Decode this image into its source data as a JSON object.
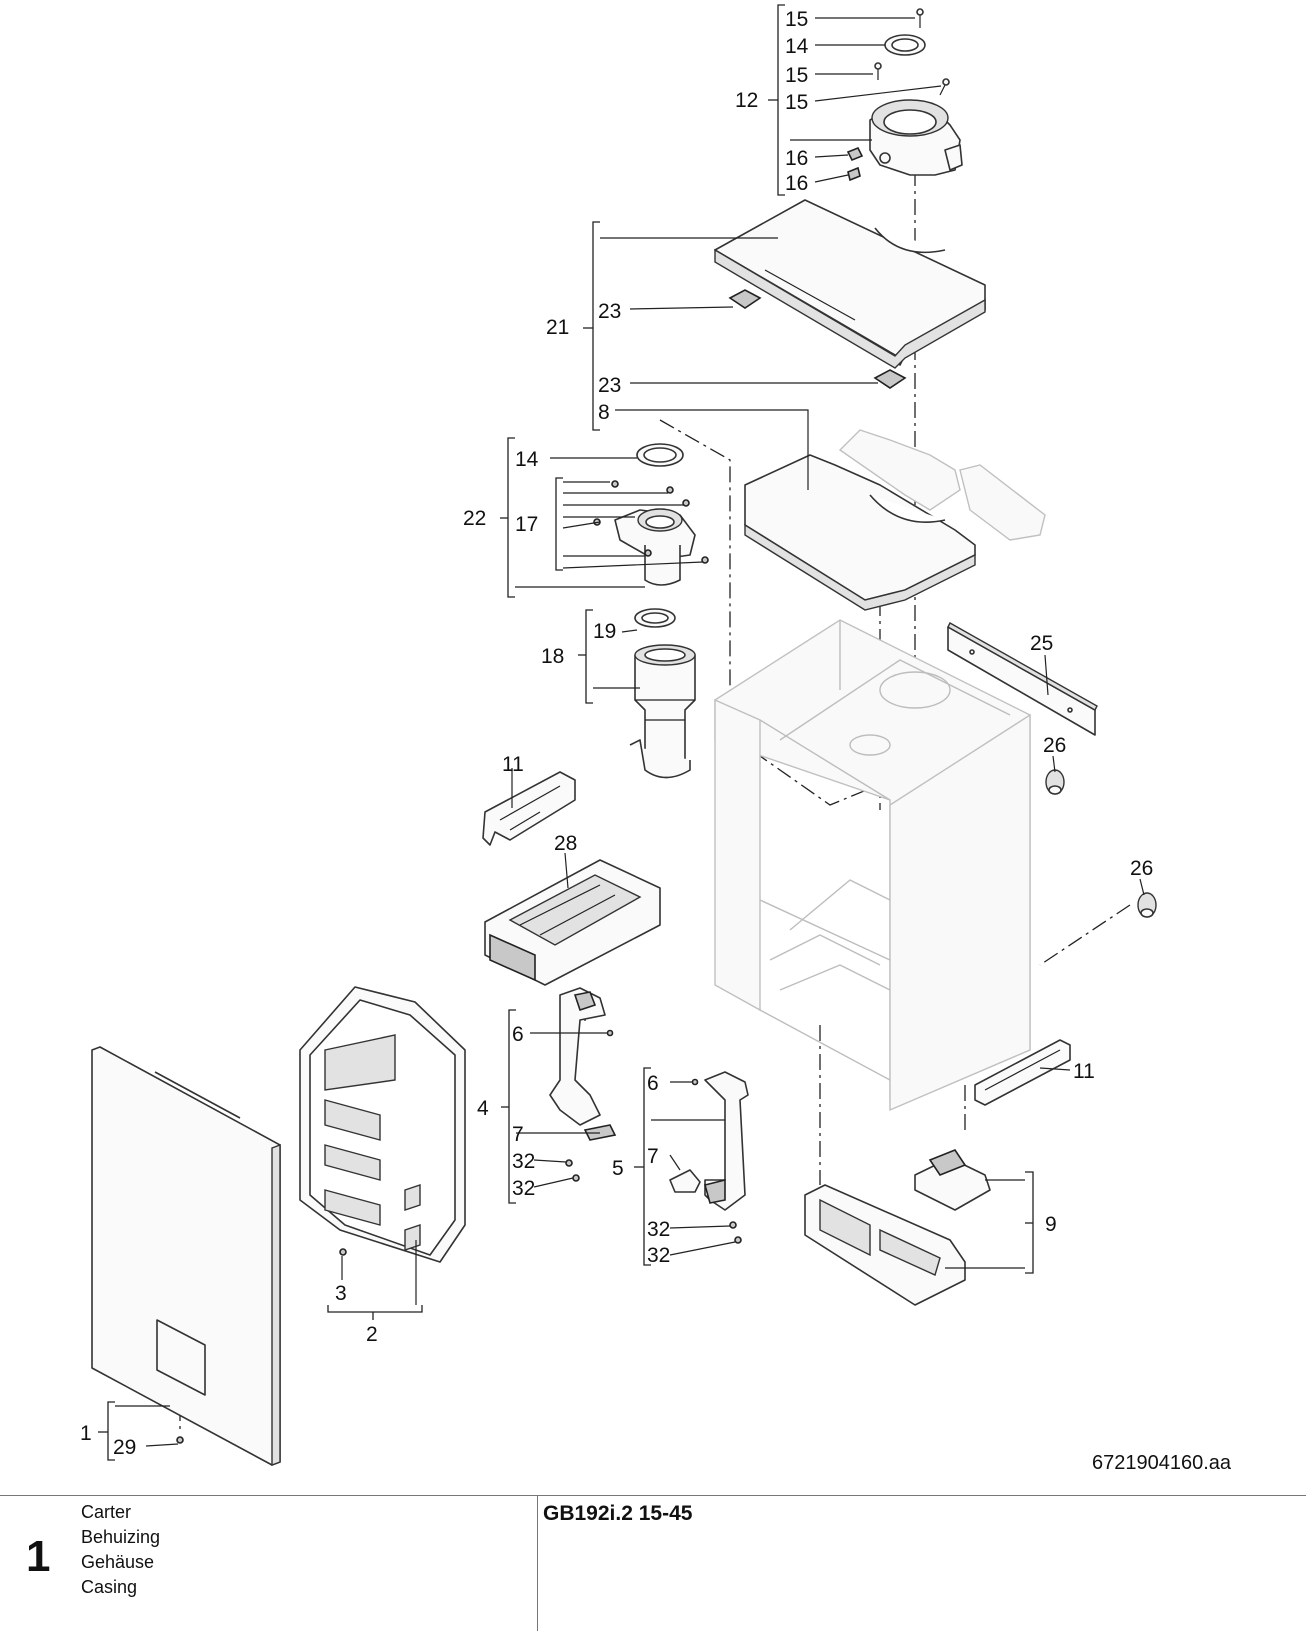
{
  "diagram": {
    "drawing_code": "6721904160.aa",
    "callouts": {
      "c15a": "15",
      "c14a": "14",
      "c15b": "15",
      "c12": "12",
      "c15c": "15",
      "c16a": "16",
      "c16b": "16",
      "c23a": "23",
      "c21": "21",
      "c23b": "23",
      "c8": "8",
      "c14b": "14",
      "c22": "22",
      "c17": "17",
      "c19": "19",
      "c18": "18",
      "c25": "25",
      "c26a": "26",
      "c26b": "26",
      "c11a": "11",
      "c28": "28",
      "c6a": "6",
      "c4": "4",
      "c7a": "7",
      "c32a": "32",
      "c32b": "32",
      "c6b": "6",
      "c5": "5",
      "c7b": "7",
      "c32c": "32",
      "c32d": "32",
      "c11b": "11",
      "c9": "9",
      "c3": "3",
      "c2": "2",
      "c1": "1",
      "c29": "29"
    }
  },
  "footer": {
    "figure_number": "1",
    "names": [
      "Carter",
      "Behuizing",
      "Gehäuse",
      "Casing"
    ],
    "model": "GB192i.2 15-45"
  }
}
